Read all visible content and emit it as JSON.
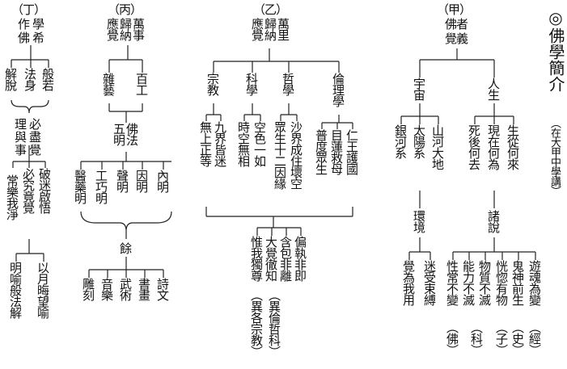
{
  "title": {
    "main": "◎佛學簡介",
    "sub": "（在大甲中學講）"
  },
  "jia": {
    "label": "（甲）",
    "head": [
      "佛者",
      "覺義"
    ],
    "yuzhou": "宇宙",
    "rensheng": "人生",
    "yz_items": [
      "銀河系",
      "太陽系",
      "山河大地"
    ],
    "rs_items": [
      "死後何去",
      "現在何為",
      "生從何來"
    ],
    "huanjing": "環境",
    "zhushuo": "諸說",
    "jue": "覺為我用",
    "mi": "迷受束縛",
    "theories": [
      "性常不變",
      "能力不滅",
      "物質不滅",
      "恍惚有物",
      "鬼神前生",
      "遊魂為變"
    ],
    "sources": [
      "（佛）",
      "（科）",
      "（子）",
      "（史）",
      "（經）"
    ]
  },
  "yi": {
    "label": "（乙）",
    "head": [
      "萬里",
      "歸納",
      "應覺"
    ],
    "cats": [
      "宗教",
      "科學",
      "哲學",
      "倫理學"
    ],
    "zj": [
      "九界皆迷",
      "無上正等"
    ],
    "kx": [
      "空色一如",
      "時空無相"
    ],
    "zx": [
      "沙界成住壞空",
      "眾生十二因緣"
    ],
    "ll": [
      "仁王護國",
      "目蓮救母",
      "普度眾生"
    ],
    "res": [
      "偏執非即",
      "含包非離",
      "大覺徹知",
      "惟我獨尊"
    ],
    "notes": [
      "（異倫哲科）",
      "（異各宗教）"
    ]
  },
  "bing": {
    "label": "（丙）",
    "head": [
      "萬事",
      "歸納",
      "應覺"
    ],
    "zayi": "雜藝",
    "baigong": "百工",
    "fofa": "佛法",
    "wuming": "五明",
    "five": [
      "內明",
      "因明",
      "聲明",
      "工巧明",
      "醫藥明"
    ],
    "yu": "餘",
    "arts": [
      "詩文",
      "書畫",
      "武術",
      "音樂",
      "雕刻"
    ]
  },
  "ding": {
    "label": "（丁）",
    "head": [
      "學",
      "希",
      "作",
      "佛"
    ],
    "l1": [
      "般若",
      "法身",
      "解脫"
    ],
    "l2_right": [
      "必",
      "盡",
      "覺"
    ],
    "l2_left": [
      "理",
      "與",
      "事"
    ],
    "l3": [
      "破迷啟悟",
      "必究竟覺",
      "常樂我淨"
    ],
    "l4": [
      "以月晦望喻",
      "明喻般法解"
    ]
  }
}
